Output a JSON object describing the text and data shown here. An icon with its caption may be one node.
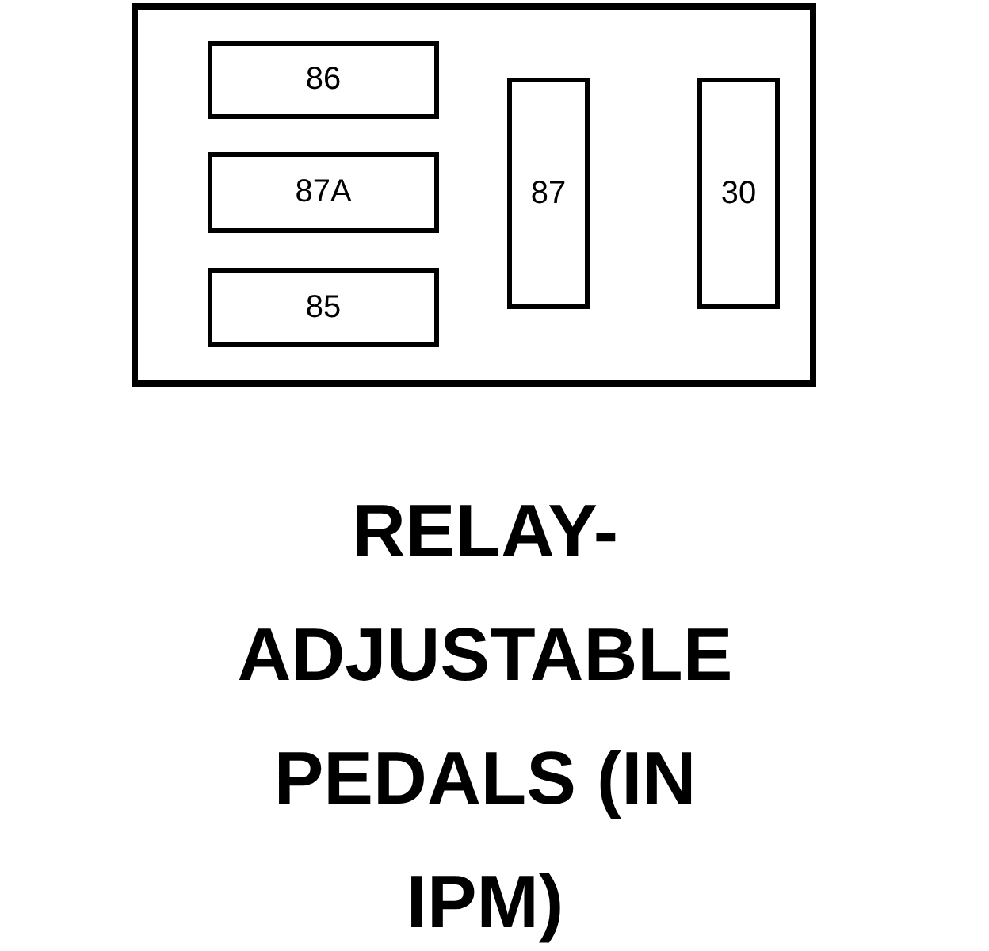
{
  "diagram": {
    "caption": "RELAY- ADJUSTABLE PEDALS (IN IPM)",
    "nodes": [
      {
        "text": [],
        "shape": "box"
      },
      {
        "text": [
          "86"
        ],
        "in": 0
      },
      {
        "text": [
          "87A"
        ],
        "in": 0
      },
      {
        "text": [
          "85"
        ],
        "in": 0
      },
      {
        "text": [
          "87"
        ],
        "in": 0
      },
      {
        "text": [
          "30"
        ],
        "in": 0
      }
    ],
    "edges": []
  }
}
